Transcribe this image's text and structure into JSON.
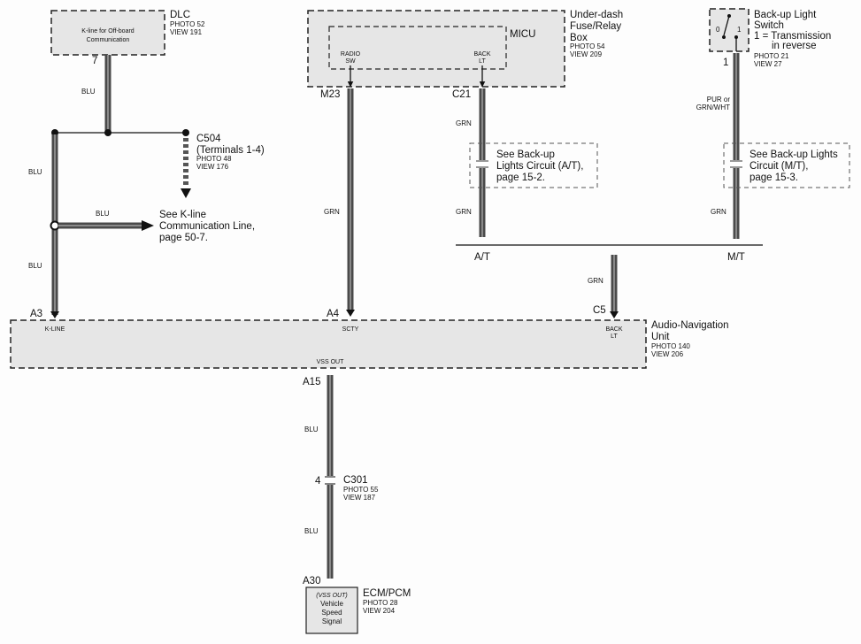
{
  "components": {
    "dlc": {
      "name": "DLC",
      "photo": "PHOTO 52",
      "view": "VIEW 191",
      "inner": [
        "K-line for Off-board",
        "Communication"
      ],
      "pin": "7"
    },
    "c504": {
      "name": "C504",
      "terminals": "(Terminals 1-4)",
      "photo": "PHOTO 48",
      "view": "VIEW 176"
    },
    "kline_ref": {
      "lines": [
        "See K-line",
        "Communication Line,",
        "page 50-7."
      ]
    },
    "underdash": {
      "lines": [
        "Under-dash",
        "Fuse/Relay",
        "Box"
      ],
      "photo": "PHOTO 54",
      "view": "VIEW 209",
      "micu": "MICU",
      "radio_sw": [
        "RADIO",
        "SW"
      ],
      "back_lt": [
        "BACK",
        "LT"
      ],
      "conn_m23": "M23",
      "conn_c21": "C21"
    },
    "backup_switch": {
      "lines": [
        "Back-up Light",
        "Switch",
        "1 = Transmission",
        "in reverse"
      ],
      "photo": "PHOTO 21",
      "view": "VIEW 27",
      "pin": "1",
      "pos0": "0",
      "pos1": "1"
    },
    "backup_at": {
      "lines": [
        "See Back-up",
        "Lights Circuit (A/T),",
        "page 15-2."
      ]
    },
    "backup_mt": {
      "lines": [
        "See Back-up Lights",
        "Circuit (M/T),",
        "page 15-3."
      ]
    },
    "trans": {
      "at": "A/T",
      "mt": "M/T"
    },
    "audio_nav": {
      "lines": [
        "Audio-Navigation",
        "Unit"
      ],
      "photo": "PHOTO 140",
      "view": "VIEW 206",
      "kline": "K-LINE",
      "scty": "SCTY",
      "back_lt": [
        "BACK",
        "LT"
      ],
      "vss_out": "VSS OUT",
      "a3": "A3",
      "a4": "A4",
      "c5": "C5"
    },
    "c301": {
      "name": "C301",
      "photo": "PHOTO 55",
      "view": "VIEW 187",
      "pin": "4",
      "a15": "A15"
    },
    "ecm": {
      "name": "ECM/PCM",
      "photo": "PHOTO 28",
      "view": "VIEW 204",
      "a30": "A30",
      "inner": [
        "(VSS OUT)",
        "Vehicle",
        "Speed",
        "Signal"
      ]
    }
  },
  "wire_colors": {
    "blu": "BLU",
    "grn": "GRN",
    "pur": [
      "PUR or",
      "GRN/WHT"
    ]
  }
}
